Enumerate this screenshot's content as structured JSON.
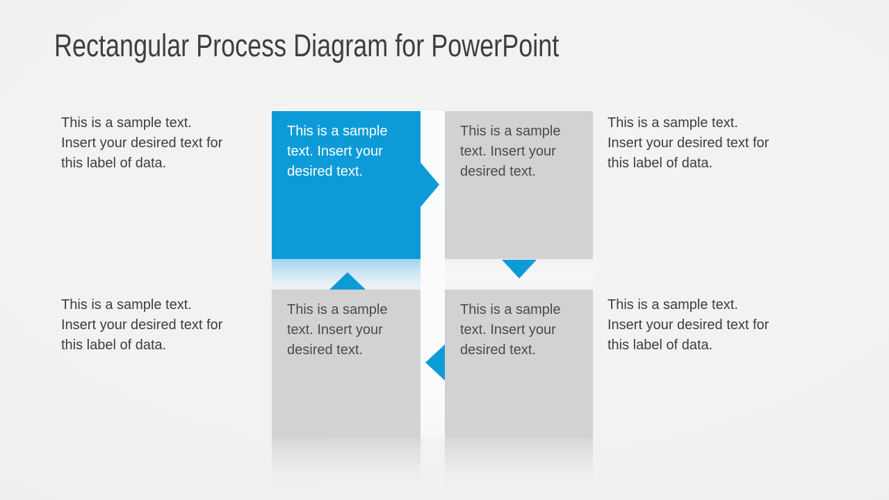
{
  "slide": {
    "title": "Rectangular Process Diagram for PowerPoint"
  },
  "colors": {
    "accent_blue": "#0d9bd8",
    "box_gray": "#d2d2d2",
    "blue_fade_top": "#a0d4ee",
    "title_text": "#3f3f3f",
    "body_text": "#3d3d3d",
    "box_text_on_blue": "#ffffff",
    "box_text_on_gray": "#4a4a4a"
  },
  "process_boxes": [
    {
      "id": "step-1",
      "position": "top-left",
      "variant": "blue",
      "lines": [
        "This is a sample",
        "text. Insert your",
        "desired text."
      ]
    },
    {
      "id": "step-2",
      "position": "top-right",
      "variant": "gray",
      "lines": [
        "This is a sample",
        "text. Insert your",
        "desired text."
      ]
    },
    {
      "id": "step-3",
      "position": "bottom-left",
      "variant": "gray",
      "lines": [
        "This is a sample",
        "text. Insert your",
        "desired text."
      ]
    },
    {
      "id": "step-4",
      "position": "bottom-right",
      "variant": "gray",
      "lines": [
        "This is a sample",
        "text. Insert your",
        "desired text."
      ]
    }
  ],
  "side_labels": [
    {
      "position": "top-left",
      "lines": [
        "This is a sample text.",
        "Insert your desired text for",
        "this label of data."
      ]
    },
    {
      "position": "top-right",
      "lines": [
        "This is a sample text.",
        "Insert your desired text for",
        "this label of data."
      ]
    },
    {
      "position": "bottom-left",
      "lines": [
        "This is a sample text.",
        "Insert your desired text for",
        "this label of data."
      ]
    },
    {
      "position": "bottom-right",
      "lines": [
        "This is a sample text.",
        "Insert your desired text for",
        "this label of data."
      ]
    }
  ],
  "icons": {
    "flow_arrows": [
      "right",
      "down",
      "left",
      "up"
    ]
  }
}
